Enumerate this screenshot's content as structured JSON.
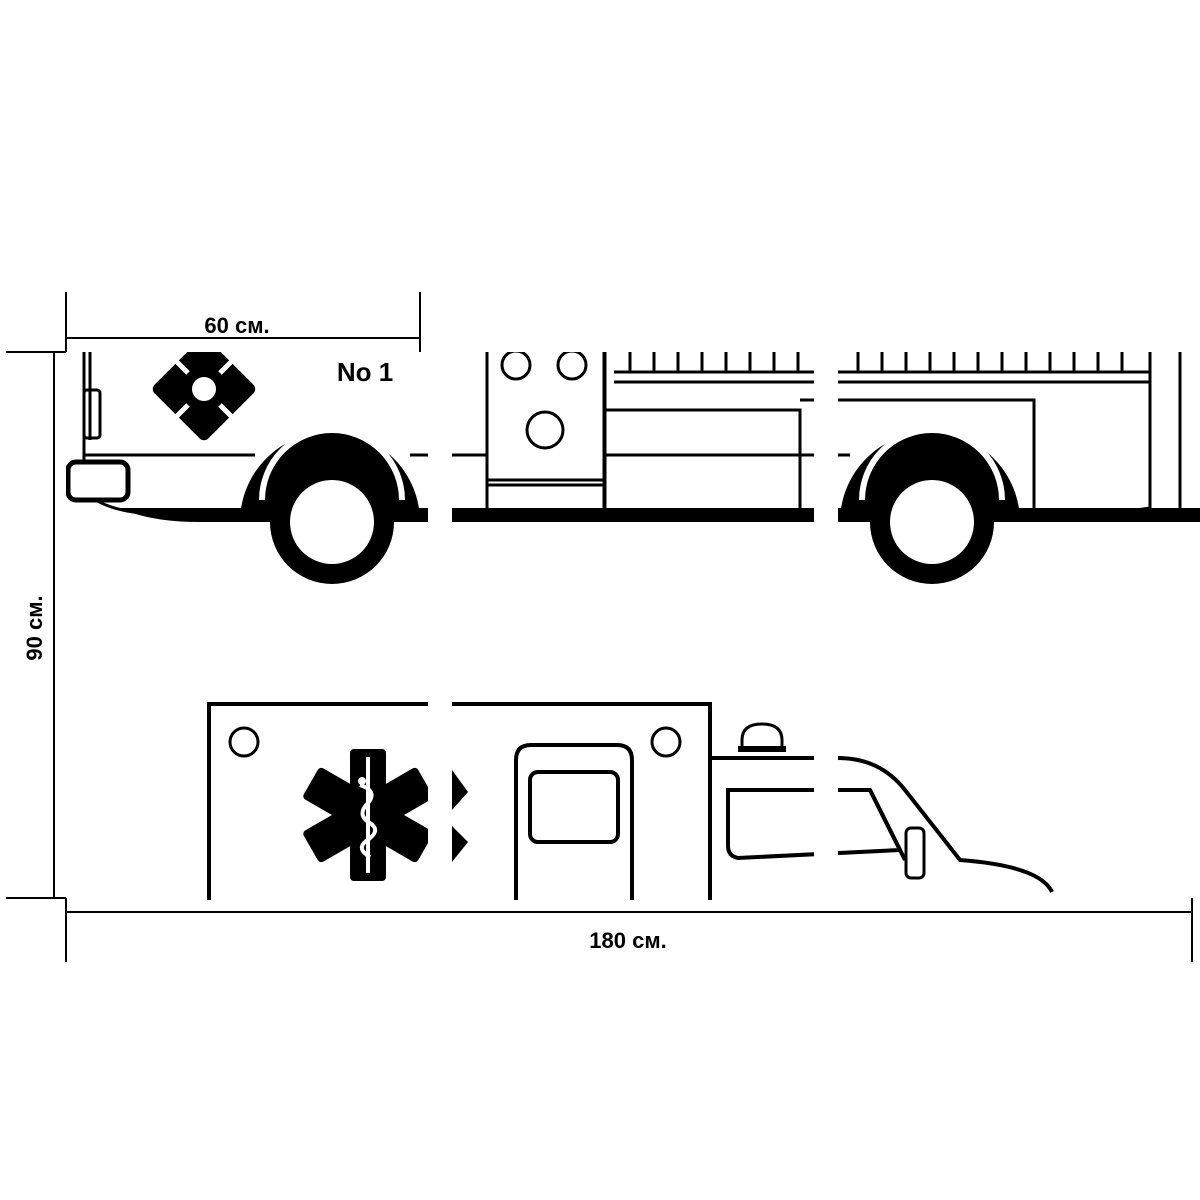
{
  "dimensions": {
    "panel_width": "60 см.",
    "total_width": "180 см.",
    "height": "90 см."
  },
  "panels": {
    "count": 3
  },
  "artwork": {
    "fire_truck_number": "No 1",
    "fire_truck_emblem": "maltese-cross-icon",
    "ambulance_emblem": "star-of-life-icon"
  },
  "colors": {
    "ink": "#000000",
    "background": "#ffffff"
  }
}
